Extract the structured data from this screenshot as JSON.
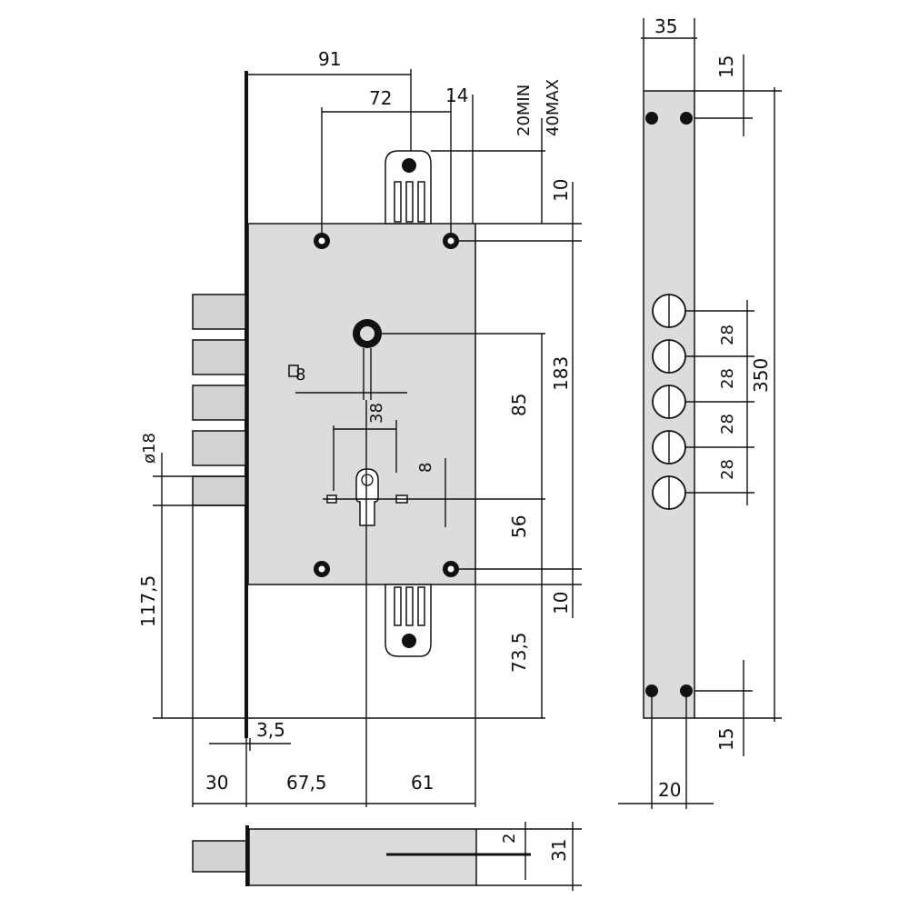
{
  "dimensions": {
    "width_91": "91",
    "width_72": "72",
    "width_14": "14",
    "clearance_min": "20MIN",
    "clearance_max": "40MAX",
    "top_offset_10": "10",
    "bottom_offset_10": "10",
    "height_85": "85",
    "height_183": "183",
    "height_56": "56",
    "height_73_5": "73,5",
    "diameter_18": "ø18",
    "height_117_5": "117,5",
    "spindle_8": "8",
    "spindle_38": "38",
    "spindle_hole_8": "8",
    "offset_3_5": "3,5",
    "width_30": "30",
    "width_67_5": "67,5",
    "width_61": "61",
    "side_35": "35",
    "side_15_top": "15",
    "side_15_bottom": "15",
    "side_20": "20",
    "side_350": "350",
    "bolt_spacing": [
      "28",
      "28",
      "28",
      "28"
    ],
    "bottom_2": "2",
    "bottom_31": "31"
  }
}
